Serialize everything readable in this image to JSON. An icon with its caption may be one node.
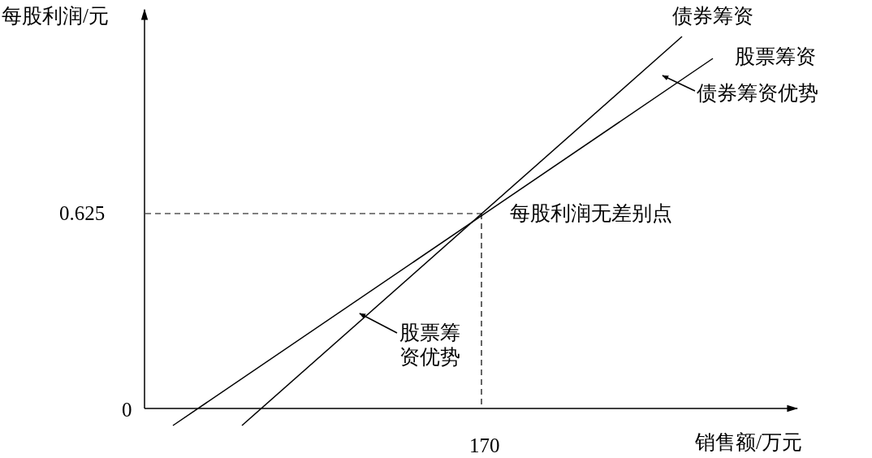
{
  "diagram": {
    "nodes": [
      {
        "text": [
          "债券筹资优势"
        ]
      },
      {
        "text": [
          "股票筹资优势"
        ]
      }
    ],
    "edges": [
      {
        "from": 0,
        "to": null,
        "arrow": "to"
      },
      {
        "from": 1,
        "to": null,
        "arrow": "to"
      }
    ],
    "labels": [
      "每股利润/元",
      "债券筹资",
      "股票筹资",
      "0.625",
      "每股利润无差别点",
      "0",
      "170",
      "销售额/万元"
    ]
  }
}
